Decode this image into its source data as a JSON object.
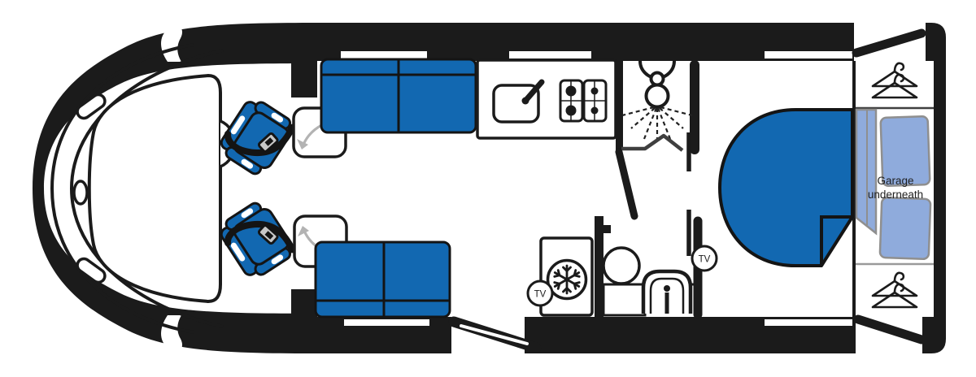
{
  "page": {
    "description": "Top-down motorhome floorplan diagram"
  },
  "colors": {
    "outline": "#1b1b1b",
    "upholstery_blue": "#1268b1",
    "bedding_light_blue": "#8fabdc",
    "bedding_outline_gray": "#8f8f8f",
    "swivel_arrow_gray": "#b3b3b3",
    "door_line_gray": "#3f3f3f",
    "text_dark": "#1f1f1f"
  },
  "labels": {
    "garage_line1": "Garage",
    "garage_line2": "underneath",
    "tv_lounge": "TV",
    "tv_bedroom": "TV"
  },
  "icons": [
    {
      "name": "snowflake-icon",
      "represents": "fridge-freezer"
    },
    {
      "name": "shower-head-icon",
      "represents": "shower cubicle"
    },
    {
      "name": "coat-hanger-icon",
      "represents": "wardrobe"
    },
    {
      "name": "swivel-arrow-icon",
      "represents": "swivelling cab seat"
    },
    {
      "name": "tv-badge",
      "represents": "TV point"
    },
    {
      "name": "hob-icon",
      "represents": "four-burner hob"
    },
    {
      "name": "sink-icon",
      "represents": "kitchen sink with tap"
    },
    {
      "name": "washbasin-icon",
      "represents": "washroom basin"
    },
    {
      "name": "toilet-icon",
      "represents": "toilet"
    },
    {
      "name": "seatbelt-icon",
      "represents": "belted travel seat"
    }
  ]
}
